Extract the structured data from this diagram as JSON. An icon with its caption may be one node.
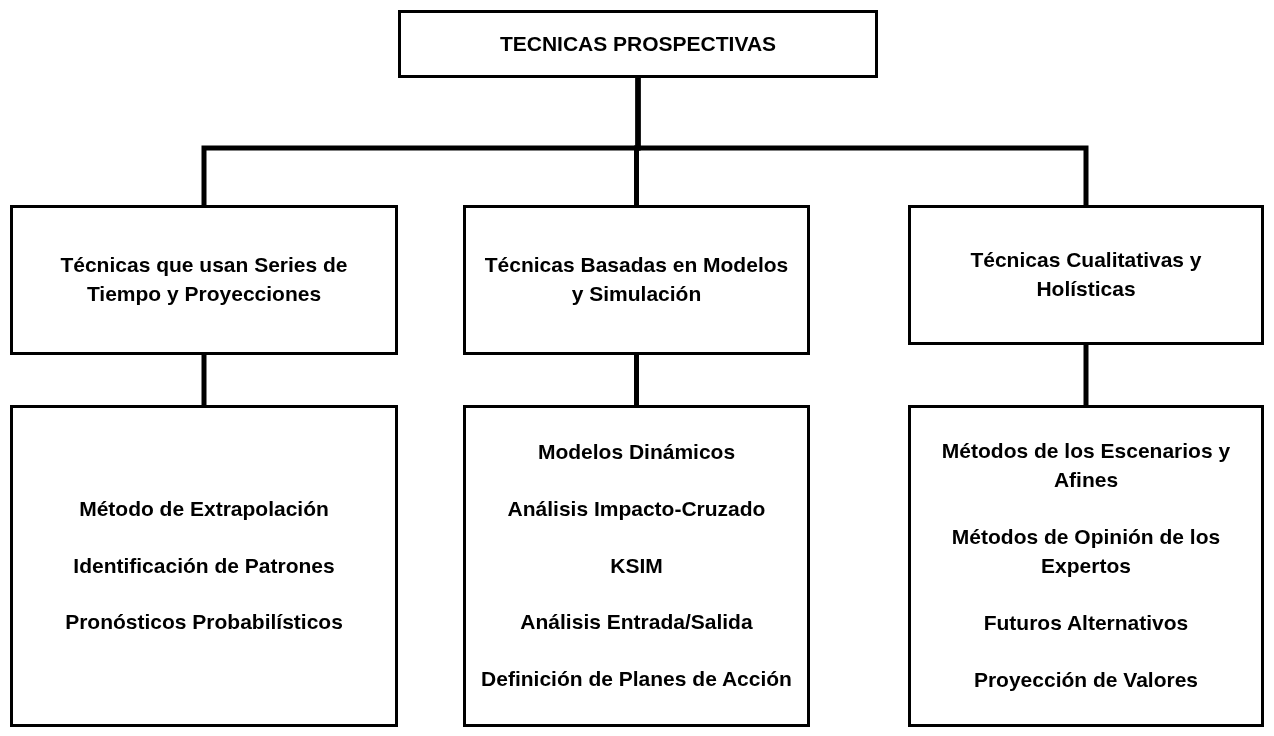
{
  "diagram": {
    "nodes": [
      {
        "text": [
          "TECNICAS PROSPECTIVAS"
        ]
      },
      {
        "text": [
          "Técnicas que usan Series de Tiempo y Proyecciones"
        ]
      },
      {
        "text": [
          "Técnicas Basadas en Modelos y Simulación"
        ]
      },
      {
        "text": [
          "Técnicas Cualitativas y Holísticas"
        ]
      },
      {
        "text": [
          "Método de Extrapolación",
          "Identificación de Patrones",
          "Pronósticos Probabilísticos"
        ]
      },
      {
        "text": [
          "Modelos Dinámicos",
          "Análisis Impacto-Cruzado",
          "KSIM",
          "Análisis Entrada/Salida",
          "Definición de Planes de Acción"
        ]
      },
      {
        "text": [
          "Métodos de los Escenarios y Afines",
          "Métodos de Opinión de los Expertos",
          "Futuros Alternativos",
          "Proyección de Valores"
        ]
      }
    ],
    "edges": [
      {
        "from": 0,
        "to": 1,
        "arrow": "none"
      },
      {
        "from": 0,
        "to": 2,
        "arrow": "none"
      },
      {
        "from": 0,
        "to": 3,
        "arrow": "none"
      },
      {
        "from": 1,
        "to": 4,
        "arrow": "none"
      },
      {
        "from": 2,
        "to": 5,
        "arrow": "none"
      },
      {
        "from": 3,
        "to": 6,
        "arrow": "none"
      }
    ]
  }
}
